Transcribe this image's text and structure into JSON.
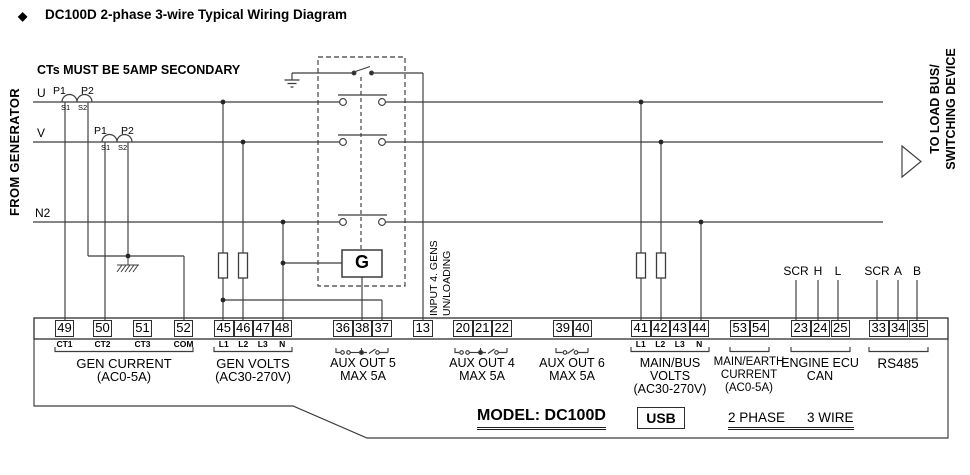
{
  "title": {
    "bullet": "◆",
    "text": "DC100D 2-phase 3-wire Typical Wiring Diagram"
  },
  "notes": {
    "ct_note": "CTs MUST BE 5AMP SECONDARY",
    "from_generator": "FROM GENERATOR",
    "to_load_line1": "TO LOAD BUS/",
    "to_load_line2": "SWITCHING DEVICE",
    "input_line1": "INPUT 4. GENS",
    "input_line2": "UN/LOADING"
  },
  "bus_labels": {
    "u": "U",
    "v": "V",
    "n2": "N2"
  },
  "ct": {
    "p1": "P1",
    "p2": "P2",
    "s1": "S1",
    "s2": "S2"
  },
  "generator": {
    "label": "G"
  },
  "top_labels": [
    "SCR",
    "H",
    "L",
    "SCR",
    "A",
    "B"
  ],
  "terminal_groups": [
    {
      "id": "gen-current",
      "terminals": [
        "49",
        "50",
        "51",
        "52"
      ],
      "pins": [
        "CT1",
        "CT2",
        "CT3",
        "COM"
      ],
      "caption": [
        "GEN CURRENT",
        "(AC0-5A)"
      ]
    },
    {
      "id": "gen-volts",
      "terminals": [
        "45",
        "46",
        "47",
        "48"
      ],
      "pins": [
        "L1",
        "L2",
        "L3",
        "N"
      ],
      "caption": [
        "GEN VOLTS",
        "(AC30-270V)"
      ]
    },
    {
      "id": "aux-out-5",
      "terminals": [
        "36",
        "38",
        "37"
      ],
      "pins": [],
      "caption": [
        "AUX  OUT 5",
        "MAX  5A"
      ]
    },
    {
      "id": "input-4",
      "terminals": [
        "13"
      ],
      "pins": [],
      "caption": []
    },
    {
      "id": "aux-out-4",
      "terminals": [
        "20",
        "21",
        "22"
      ],
      "pins": [],
      "caption": [
        "AUX  OUT 4",
        "MAX  5A"
      ]
    },
    {
      "id": "aux-out-6",
      "terminals": [
        "39",
        "40"
      ],
      "pins": [],
      "caption": [
        "AUX  OUT 6",
        "MAX  5A"
      ]
    },
    {
      "id": "main-bus-volts",
      "terminals": [
        "41",
        "42",
        "43",
        "44"
      ],
      "pins": [
        "L1",
        "L2",
        "L3",
        "N"
      ],
      "caption": [
        "MAIN/BUS",
        "VOLTS",
        "(AC30-270V)"
      ]
    },
    {
      "id": "main-earth-current",
      "terminals": [
        "53",
        "54"
      ],
      "pins": [],
      "caption": [
        "MAIN/EARTH",
        "CURRENT",
        "(AC0-5A)"
      ]
    },
    {
      "id": "engine-ecu-can",
      "terminals": [
        "23",
        "24",
        "25"
      ],
      "pins": [],
      "caption": [
        "ENGINE ECU",
        "CAN"
      ]
    },
    {
      "id": "rs485",
      "terminals": [
        "33",
        "34",
        "35"
      ],
      "pins": [],
      "caption": [
        "RS485"
      ]
    }
  ],
  "footer": {
    "model": "MODEL: DC100D",
    "usb": "USB",
    "phase": "2 PHASE",
    "wire": "3 WIRE"
  },
  "colors": {
    "line": "#3c3c3c",
    "text": "#000000",
    "background": "#ffffff"
  }
}
